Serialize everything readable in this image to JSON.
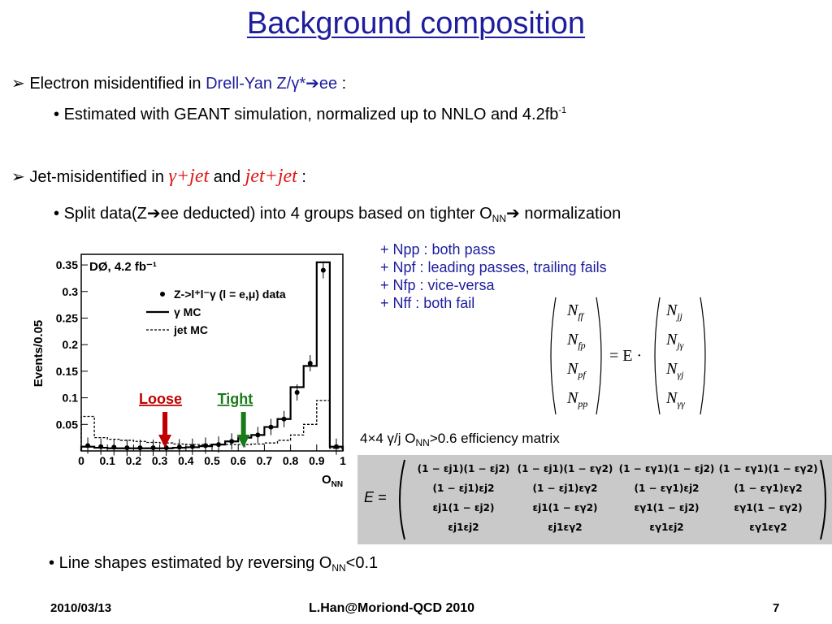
{
  "title": "Background composition",
  "bullet1": {
    "arrow": "➢",
    "prefix": "Electron misidentified in ",
    "highlight": "Drell-Yan Z/γ*",
    "highlight_arrow": "➔",
    "highlight_tail": "ee",
    "suffix": " :"
  },
  "sub1": {
    "dot": "•",
    "text": "Estimated with GEANT simulation, normalized up to NNLO and 4.2fb",
    "sup": "-1"
  },
  "bullet2": {
    "arrow": "➢",
    "prefix": "Jet-misidentified in ",
    "term1": "γ+jet",
    "mid": " and ",
    "term2": "jet+jet",
    "suffix": " :"
  },
  "sub2": {
    "dot": "•",
    "part1": "Split data(Z",
    "arrow1": "➔",
    "part2": "ee deducted) into 4 groups based on tighter O",
    "sub": "NN",
    "arrow2": "➔",
    "part3": " normalization"
  },
  "groups": [
    "+ Npp : both pass",
    "+ Npf  : leading passes, trailing fails",
    "+ Nfp  : vice-versa",
    "+ Nff   : both fail"
  ],
  "matrix_eq": {
    "left": [
      "N_ff",
      "N_fp",
      "N_pf",
      "N_pp"
    ],
    "left_base": "N",
    "left_subs": [
      "ff",
      "fp",
      "pf",
      "pp"
    ],
    "right_subs": [
      "jj",
      "jγ",
      "γj",
      "γγ"
    ],
    "mid": "= E ·"
  },
  "matrix_caption": {
    "text1": "4×4 γ/j O",
    "sub": "NN",
    "text2": ">0.6 efficiency matrix"
  },
  "eff_matrix": {
    "label": "E =",
    "rows": [
      [
        "(1 − ε_j1)(1 − ε_j2)",
        "(1 − ε_j1)(1 − ε_γ2)",
        "(1 − ε_γ1)(1 − ε_j2)",
        "(1 − ε_γ1)(1 − ε_γ2)"
      ],
      [
        "(1 − ε_j1)ε_j2",
        "(1 − ε_j1)ε_γ2",
        "(1 − ε_γ1)ε_j2",
        "(1 − ε_γ1)ε_γ2"
      ],
      [
        "ε_j1(1 − ε_j2)",
        "ε_j1(1 − ε_γ2)",
        "ε_γ1(1 − ε_j2)",
        "ε_γ1(1 − ε_γ2)"
      ],
      [
        "ε_j1ε_j2",
        "ε_j1ε_γ2",
        "ε_γ1ε_j2",
        "ε_γ1ε_γ2"
      ]
    ]
  },
  "sub3": {
    "dot": "•",
    "text": "Line shapes estimated by reversing O",
    "sub": "NN",
    "suffix": "<0.1"
  },
  "footer": {
    "date": "2010/03/13",
    "center": "L.Han@Moriond-QCD 2010",
    "page": "7"
  },
  "chart_data": {
    "type": "histogram",
    "title": "DØ, 4.2 fb⁻¹",
    "xlabel": "O_NN",
    "xlabel_base": "O",
    "xlabel_sub": "NN",
    "ylabel": "Events/0.05",
    "xlim": [
      0,
      1
    ],
    "ylim": [
      0,
      0.37
    ],
    "xticks": [
      "0",
      "0.1",
      "0.2",
      "0.3",
      "0.4",
      "0.5",
      "0.6",
      "0.7",
      "0.8",
      "0.9",
      "1"
    ],
    "yticks": [
      "0.05",
      "0.1",
      "0.15",
      "0.2",
      "0.25",
      "0.3",
      "0.35"
    ],
    "legend_position": "top-right",
    "bins": [
      0,
      0.05,
      0.1,
      0.15,
      0.2,
      0.25,
      0.3,
      0.35,
      0.4,
      0.45,
      0.5,
      0.55,
      0.6,
      0.65,
      0.7,
      0.75,
      0.8,
      0.85,
      0.9,
      0.95,
      1.0
    ],
    "series": [
      {
        "name": "Z->l⁺l⁻γ (l = e,μ) data",
        "style": "points",
        "values": [
          0.01,
          0.008,
          0.007,
          0.006,
          0.006,
          0.006,
          0.006,
          0.007,
          0.008,
          0.01,
          0.012,
          0.018,
          0.022,
          0.03,
          0.045,
          0.06,
          0.11,
          0.165,
          0.34,
          0.008
        ]
      },
      {
        "name": "γ MC",
        "style": "solid",
        "values": [
          0.008,
          0.006,
          0.005,
          0.005,
          0.005,
          0.005,
          0.005,
          0.006,
          0.007,
          0.009,
          0.012,
          0.018,
          0.025,
          0.03,
          0.045,
          0.06,
          0.12,
          0.16,
          0.355,
          0.008
        ]
      },
      {
        "name": "jet MC",
        "style": "dashed",
        "values": [
          0.065,
          0.025,
          0.022,
          0.02,
          0.018,
          0.016,
          0.015,
          0.013,
          0.012,
          0.012,
          0.012,
          0.012,
          0.012,
          0.013,
          0.015,
          0.02,
          0.03,
          0.05,
          0.095,
          0.005
        ]
      }
    ],
    "annotations": [
      {
        "label": "Loose",
        "x": 0.32,
        "color": "#c00000"
      },
      {
        "label": "Tight",
        "x": 0.62,
        "color": "#1a7a1a"
      }
    ]
  },
  "colors": {
    "title": "#1d1d9e",
    "highlight": "#e01515",
    "matrix_bg": "#c9c9c9"
  }
}
